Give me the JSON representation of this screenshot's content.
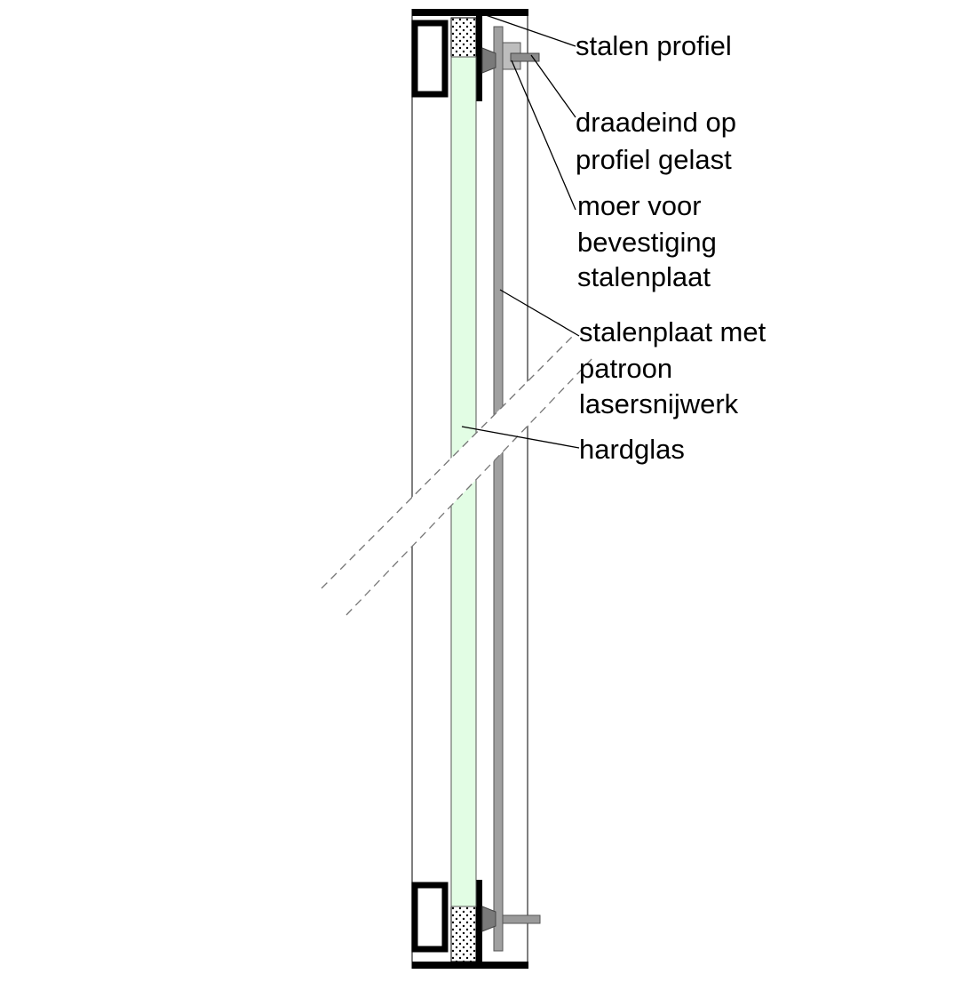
{
  "labels": {
    "steel_profile": [
      "stalen profiel"
    ],
    "threaded_end": [
      "draadeind op",
      "profiel gelast"
    ],
    "nut": [
      "moer voor",
      "bevestiging",
      "stalenplaat"
    ],
    "steel_plate": [
      "stalenplaat met",
      "patroon",
      "lasersnijwerk"
    ],
    "glass": [
      "hardglas"
    ]
  },
  "colors": {
    "glass_fill": "#e2fde4",
    "steel_plate_fill": "#a0a0a0",
    "fastener_fill": "#9a9a9a",
    "profile_stroke": "#000000",
    "outline_stroke": "#555555"
  }
}
